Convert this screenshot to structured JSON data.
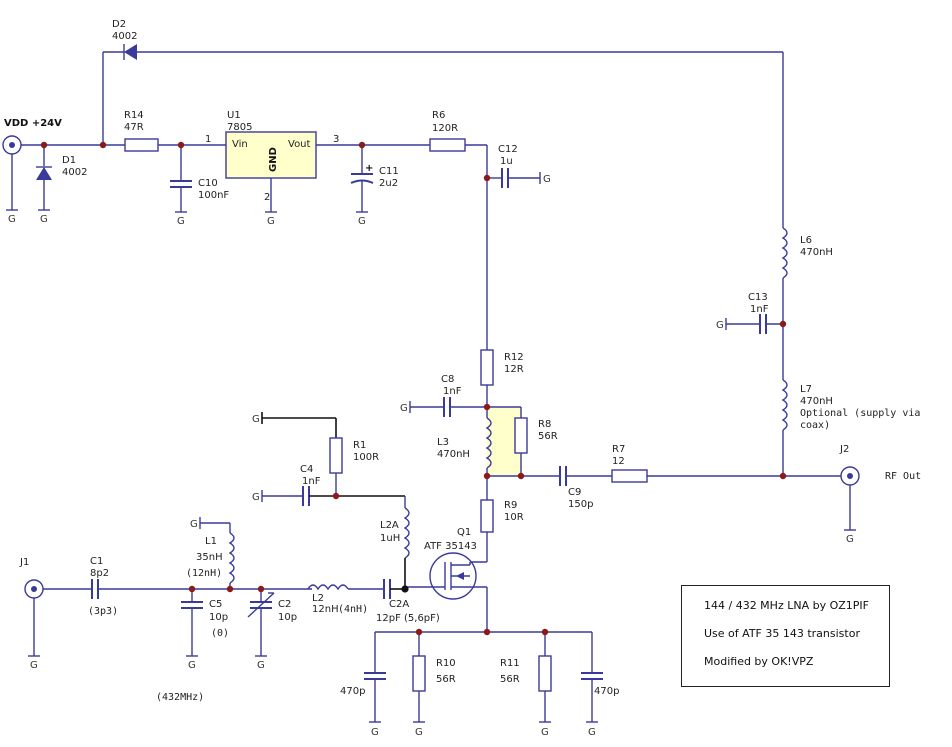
{
  "labels": {
    "vdd": "VDD +24V",
    "d2_ref": "D2",
    "d2_val": "4002",
    "d1_ref": "D1",
    "d1_val": "4002",
    "r14_ref": "R14",
    "r14_val": "47R",
    "u1_ref": "U1",
    "u1_val": "7805",
    "u1_vin": "Vin",
    "u1_vout": "Vout",
    "u1_gnd": "GND",
    "u1_pin1": "1",
    "u1_pin2": "2",
    "u1_pin3": "3",
    "c10_ref": "C10",
    "c10_val": "100nF",
    "c11_ref": "C11",
    "c11_val": "2u2",
    "r6_ref": "R6",
    "r6_val": "120R",
    "c12_ref": "C12",
    "c12_val": "1u",
    "l6_ref": "L6",
    "l6_val": "470nH",
    "c13_ref": "C13",
    "c13_val": "1nF",
    "l7_ref": "L7",
    "l7_val": "470nH",
    "l7_note1": "Optional (supply via",
    "l7_note2": "coax)",
    "r12_ref": "R12",
    "r12_val": "12R",
    "c8_ref": "C8",
    "c8_val": "1nF",
    "r8_ref": "R8",
    "r8_val": "56R",
    "l3_ref": "L3",
    "l3_val": "470nH",
    "r7_ref": "R7",
    "r7_val": "12",
    "c9_ref": "C9",
    "c9_val": "150p",
    "j2_ref": "J2",
    "rf_out": "RF Out",
    "r1_ref": "R1",
    "r1_val": "100R",
    "c4_ref": "C4",
    "c4_val": "1nF",
    "r9_ref": "R9",
    "r9_val": "10R",
    "l2a_ref": "L2A",
    "l2a_val": "1uH",
    "q1_ref": "Q1",
    "q1_val": "ATF 35143",
    "l1_ref": "L1",
    "l1_val": "35nH",
    "l1_alt": "(12nH)",
    "j1_ref": "J1",
    "c1_ref": "C1",
    "c1_val": "8p2",
    "c1_alt": "(3p3)",
    "c5_ref": "C5",
    "c5_val": "10p",
    "c5_alt": "(0)",
    "c2_ref": "C2",
    "c2_val": "10p",
    "l2_ref": "L2",
    "l2_val": "12nH",
    "l2_alt": "(4nH)",
    "c2a_ref": "C2A",
    "c2a_val": "12pF (5,6pF)",
    "note_432": "(432MHz)",
    "c_470a": "470p",
    "r10_ref": "R10",
    "r10_val": "56R",
    "r11_ref": "R11",
    "r11_val": "56R",
    "c_470b": "470p",
    "gnd": "G"
  },
  "info": {
    "line1": "144 / 432 MHz LNA by OZ1PIF",
    "line2": "Use of ATF 35 143 transistor",
    "line3": "Modified by OK!VPZ"
  },
  "colors": {
    "wire": "#3a3a9a",
    "junction": "#8b1a1a",
    "regulator": "#ffffcc",
    "highlight": "#ffffcc"
  }
}
